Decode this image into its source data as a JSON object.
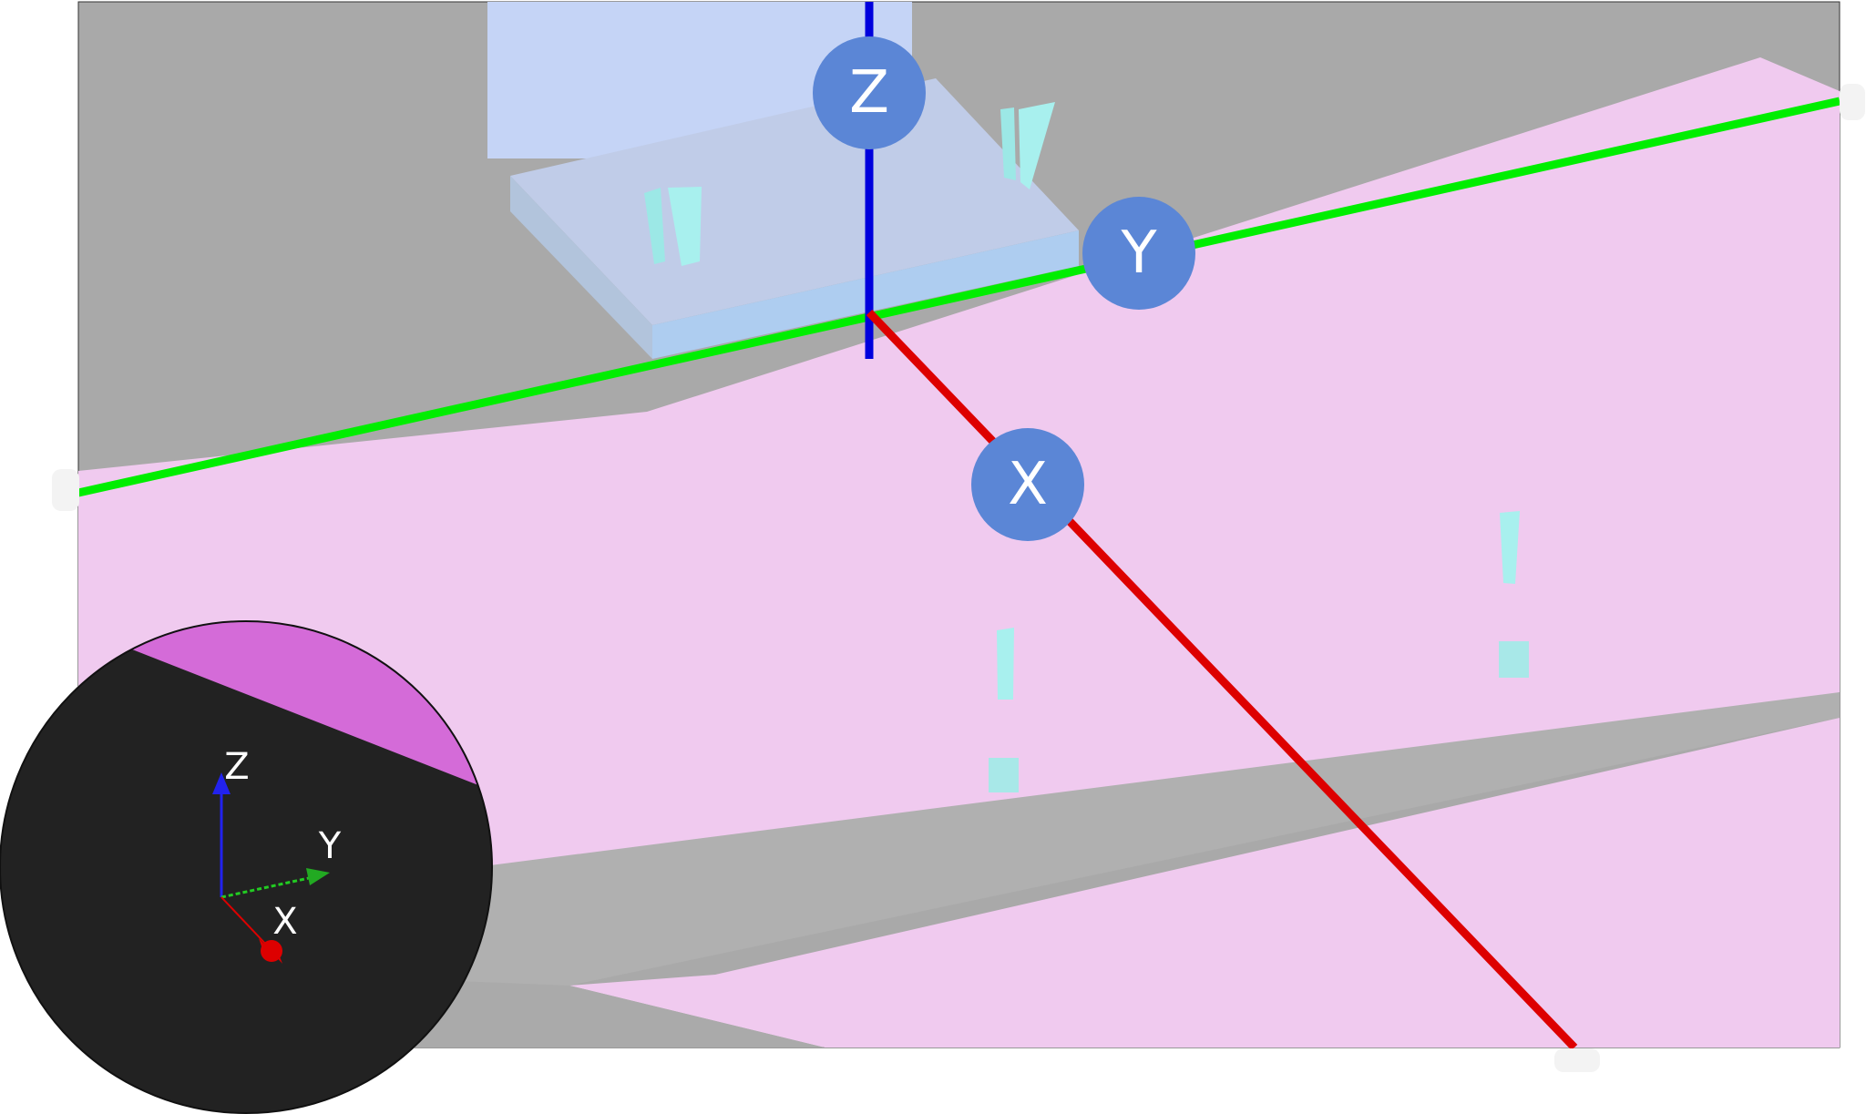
{
  "viewport": {
    "axes": {
      "x": {
        "label": "X",
        "color": "#dd0000"
      },
      "y": {
        "label": "Y",
        "color": "#00ee00"
      },
      "z": {
        "label": "Z",
        "color": "#0000dd"
      }
    },
    "handle_color": "#5b86d6"
  },
  "view_cube": {
    "axes": {
      "x": "X",
      "y": "Y",
      "z": "Z"
    }
  }
}
